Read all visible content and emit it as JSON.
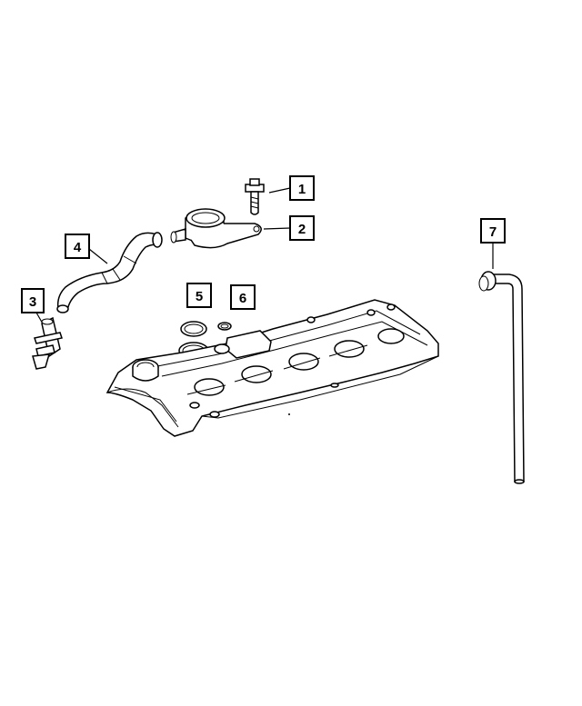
{
  "callouts": [
    {
      "id": "1",
      "label": "1"
    },
    {
      "id": "2",
      "label": "2"
    },
    {
      "id": "3",
      "label": "3"
    },
    {
      "id": "4",
      "label": "4"
    },
    {
      "id": "5",
      "label": "5"
    },
    {
      "id": "6",
      "label": "6"
    },
    {
      "id": "7",
      "label": "7"
    }
  ],
  "parts": [
    "bolt",
    "breather-valve",
    "connector",
    "breather-hose",
    "gasket-ring",
    "seal-ring",
    "vent-tube",
    "valve-cover"
  ],
  "colors": {
    "line": "#000000",
    "background": "#ffffff"
  }
}
